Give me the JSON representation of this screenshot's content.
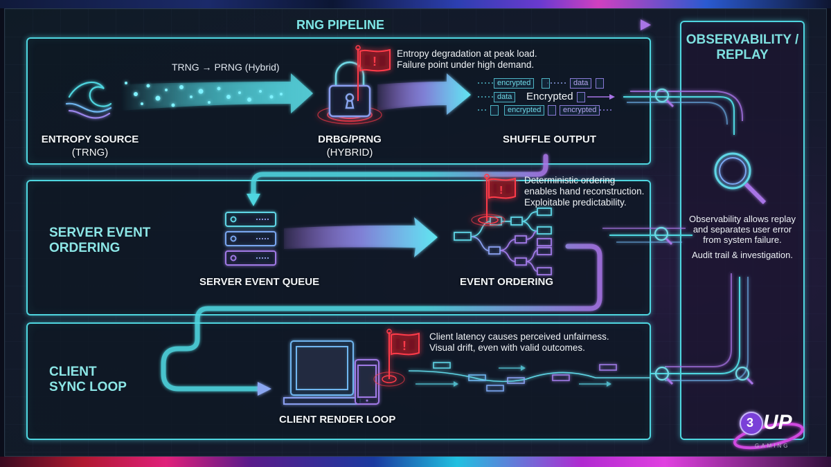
{
  "pipeline": {
    "title": "RNG PIPELINE"
  },
  "observability": {
    "title_line1": "OBSERVABILITY /",
    "title_line2": "REPLAY",
    "note_line1": "Observability allows replay",
    "note_line2": "and separates user error",
    "note_line3": "from system failure.",
    "note_line4": "Audit trail & investigation."
  },
  "stage_rng": {
    "flow_label": "TRNG → PRNG (Hybrid)",
    "entropy_line1": "ENTROPY SOURCE",
    "entropy_line2": "(TRNG)",
    "drbg_line1": "DRBG/PRNG",
    "drbg_line2": "(HYBRID)",
    "warning_line1": "Entropy degradation at peak load.",
    "warning_line2": "Failure point under high demand.",
    "shuffle_label": "SHUFFLE OUTPUT",
    "encrypted_label": "Encrypted",
    "chips_row1": [
      "encrypted",
      "data"
    ],
    "chips_row2": [
      "data"
    ],
    "chips_row3": [
      "encrypted",
      "encrypted"
    ]
  },
  "stage_server": {
    "title_line1": "SERVER EVENT",
    "title_line2": "ORDERING",
    "queue_label": "SERVER EVENT QUEUE",
    "ordering_label": "EVENT ORDERING",
    "warning_line1": "Deterministic ordering",
    "warning_line2": "enables hand reconstruction.",
    "warning_line3": "Exploitable predictability."
  },
  "stage_client": {
    "title_line1": "CLIENT",
    "title_line2": "SYNC LOOP",
    "render_label": "CLIENT RENDER LOOP",
    "warning_line1": "Client latency causes perceived unfairness.",
    "warning_line2": "Visual drift, even with valid outcomes."
  },
  "logo": {
    "number": "3",
    "word": "UP",
    "sub": "GAMING"
  },
  "colors": {
    "cyan": "#4fd6e0",
    "purple": "#a874e6",
    "alert_red": "#ff3b4a"
  }
}
